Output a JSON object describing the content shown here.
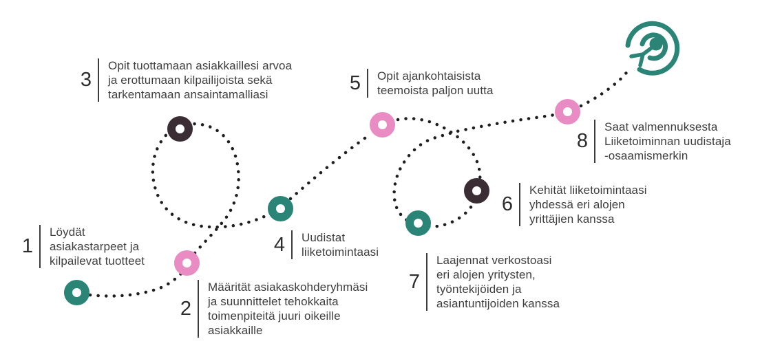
{
  "colors": {
    "teal": "#2a8577",
    "pink": "#e98cc3",
    "dark": "#3a2d34",
    "dot": "#1f1f1f",
    "text": "#3e3e3e",
    "number": "#2c2c2c",
    "bar": "#3c3c3c"
  },
  "steps": [
    {
      "number": "1",
      "marker": "teal",
      "text": "Löydät\nasiakastarpeet ja\nkilpailevat tuotteet"
    },
    {
      "number": "2",
      "marker": "pink",
      "text": "Määrität asiakaskohderyhmäsi\nja suunnittelet tehokkaita\ntoimenpiteitä juuri oikeille\nasiakkaille"
    },
    {
      "number": "3",
      "marker": "dark",
      "text": "Opit tuottamaan asiakkaillesi arvoa\nja erottumaan kilpailijoista sekä\ntarkentamaan ansaintamalliasi"
    },
    {
      "number": "4",
      "marker": "teal",
      "text": "Uudistat\nliiketoimintaasi"
    },
    {
      "number": "5",
      "marker": "pink",
      "text": "Opit ajankohtaisista\nteemoista paljon uutta"
    },
    {
      "number": "6",
      "marker": "dark",
      "text": "Kehität liiketoimintaasi\nyhdessä eri alojen\nyrittäjien kanssa"
    },
    {
      "number": "7",
      "marker": "teal",
      "text": "Laajennat verkostoasi\neri alojen yritysten,\ntyöntekijöiden ja\nasiantuntijoiden kanssa"
    },
    {
      "number": "8",
      "marker": "pink",
      "text": "Saat valmennuksesta\nLiiketoiminnan uudistaja\n-osaamismerkin"
    }
  ],
  "icon": {
    "name": "target-with-dart"
  }
}
